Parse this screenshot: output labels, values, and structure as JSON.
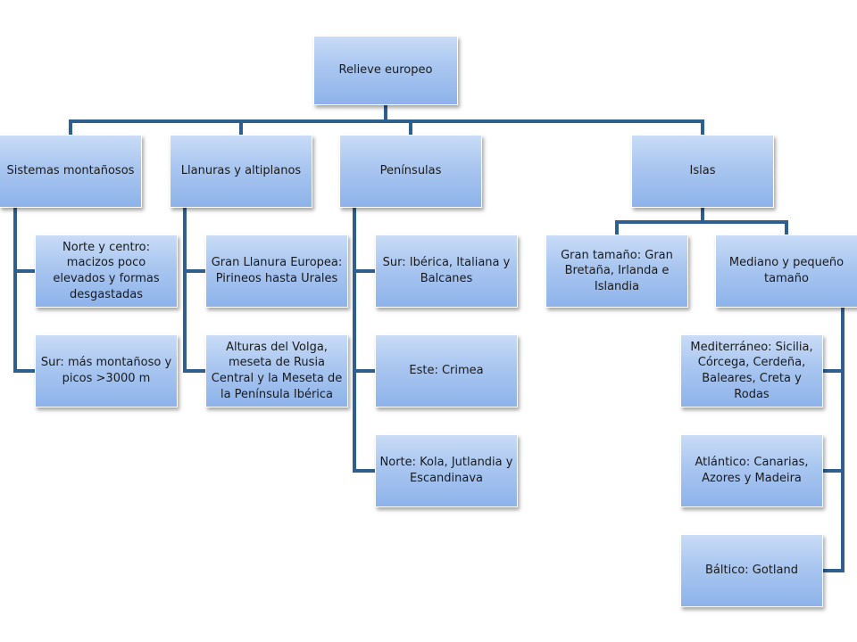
{
  "root": {
    "label": "Relieve europeo"
  },
  "categories": [
    {
      "label": "Sistemas montañosos",
      "children": [
        "Norte y centro: macizos poco elevados y formas desgastadas",
        "Sur: más montañoso y picos >3000 m"
      ]
    },
    {
      "label": "Llanuras y altiplanos",
      "children": [
        "Gran Llanura Europea: Pirineos  hasta Urales",
        "Alturas del Volga, meseta de Rusia Central y la Meseta de la Península Ibérica"
      ]
    },
    {
      "label": "Penínsulas",
      "children": [
        "Sur: Ibérica, Italiana y Balcanes",
        "Este: Crimea",
        "Norte: Kola, Jutlandia y Escandinava"
      ]
    },
    {
      "label": "Islas",
      "groups": [
        {
          "label": "Gran tamaño: Gran Bretaña, Irlanda e Islandia"
        },
        {
          "label": "Mediano y pequeño tamaño",
          "children": [
            "Mediterráneo: Sicilia, Córcega, Cerdeña, Baleares, Creta y Rodas",
            "Atlántico: Canarias, Azores y Madeira",
            "Báltico: Gotland"
          ]
        }
      ]
    }
  ],
  "colors": {
    "connector": "#2f5f8f",
    "node_top": "#c9dcf7",
    "node_bottom": "#8eb3ea"
  }
}
